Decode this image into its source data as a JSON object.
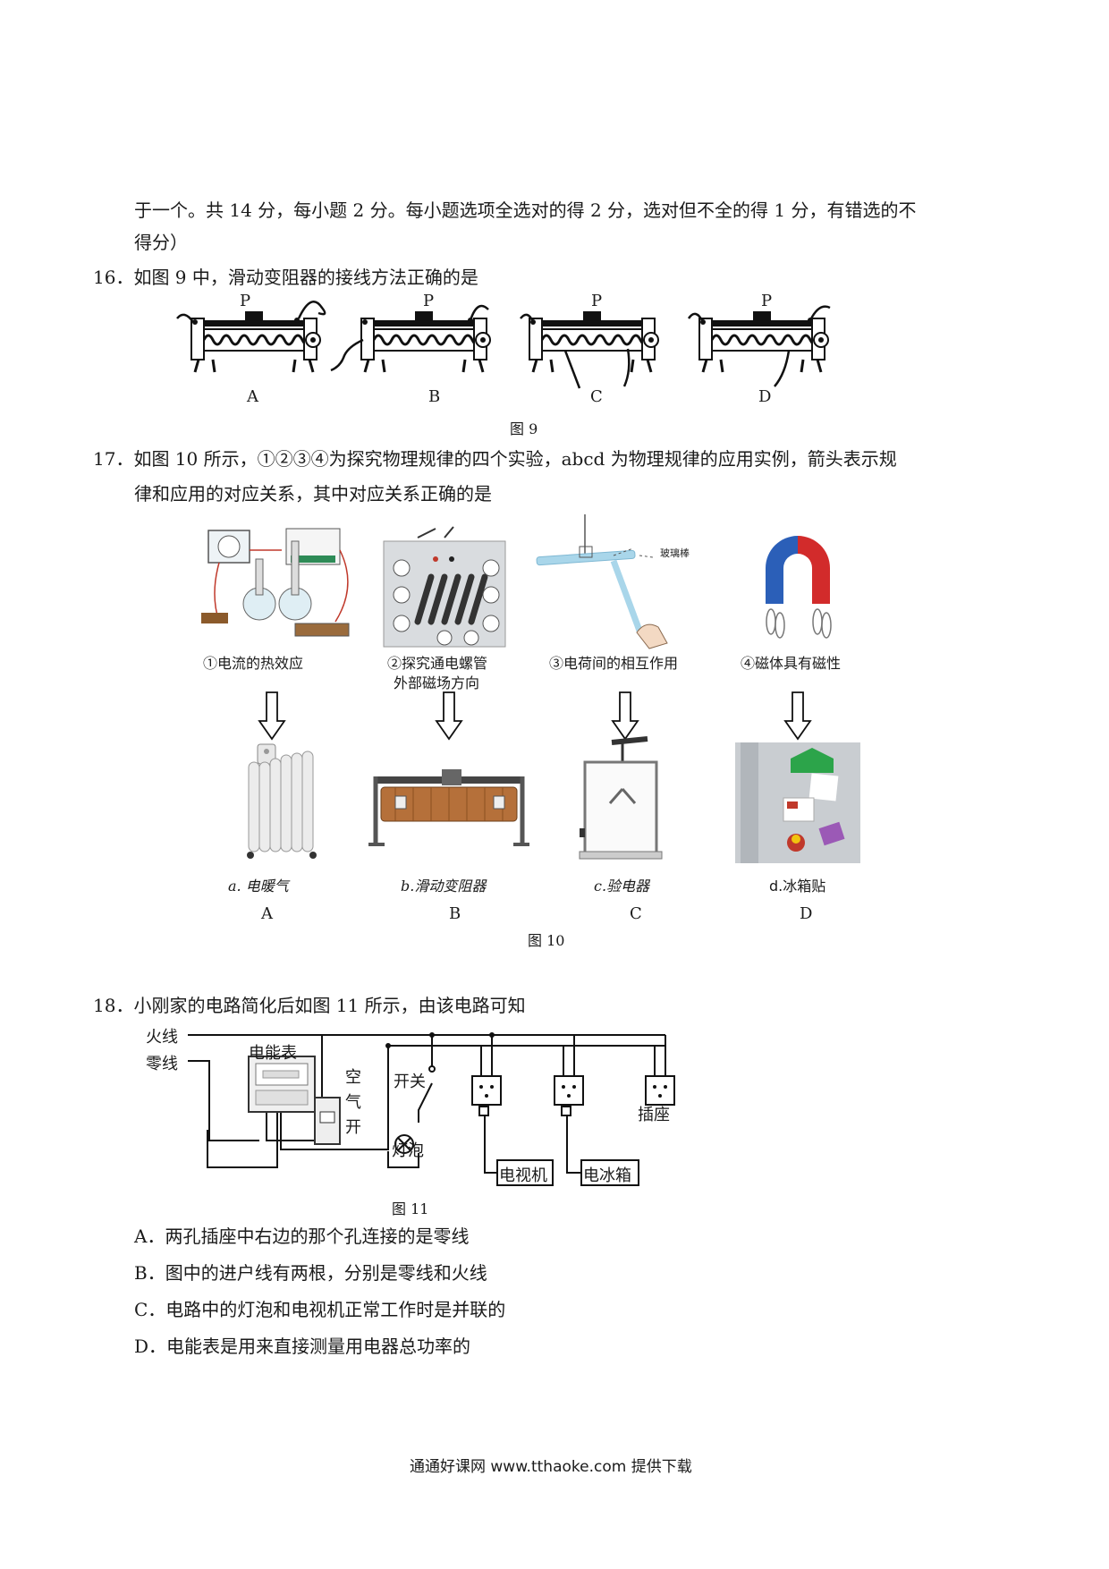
{
  "intro": {
    "line1": "于一个。共 14 分，每小题 2 分。每小题选项全选对的得 2 分，选对但不全的得 1 分，有错选的不",
    "line2": "得分）"
  },
  "q16": {
    "stem": "16．如图 9 中，滑动变阻器的接线方法正确的是",
    "slider_label": "P",
    "options": [
      "A",
      "B",
      "C",
      "D"
    ],
    "figure": "图 9"
  },
  "q17": {
    "stem_line1": "17．如图 10 所示，①②③④为探究物理规律的四个实验，abcd 为物理规律的应用实例，箭头表示规",
    "stem_line2": "律和应用的对应关系，其中对应关系正确的是",
    "glass_rod_label": "玻璃棒",
    "experiments": [
      "①电流的热效应",
      "②探究通电螺管",
      "外部磁场方向",
      "③电荷间的相互作用",
      "④磁体具有磁性"
    ],
    "applications": [
      "a. 电暖气",
      "b.滑动变阻器",
      "c.验电器",
      "d.冰箱贴"
    ],
    "options": [
      "A",
      "B",
      "C",
      "D"
    ],
    "figure": "图 10"
  },
  "q18": {
    "stem": "18．小刚家的电路简化后如图 11 所示，由该电路可知",
    "labels": {
      "live": "火线",
      "neutral": "零线",
      "meter": "电能表",
      "breaker": [
        "空",
        "气",
        "开"
      ],
      "switch": "开关",
      "bulb": "灯泡",
      "socket": "插座",
      "tv": "电视机",
      "fridge": "电冰箱"
    },
    "figure": "图 11",
    "choices": [
      "A．两孔插座中右边的那个孔连接的是零线",
      "B．图中的进户线有两根，分别是零线和火线",
      "C．电路中的灯泡和电视机正常工作时是并联的",
      "D．电能表是用来直接测量用电器总功率的"
    ]
  },
  "footer": "通通好课网 www.tthaoke.com 提供下载",
  "colors": {
    "text": "#1a1a1a",
    "magnet_red": "#d22b2b",
    "magnet_blue": "#2b5fb8",
    "coil": "#b5703a",
    "glass": "#a9d6ea"
  }
}
